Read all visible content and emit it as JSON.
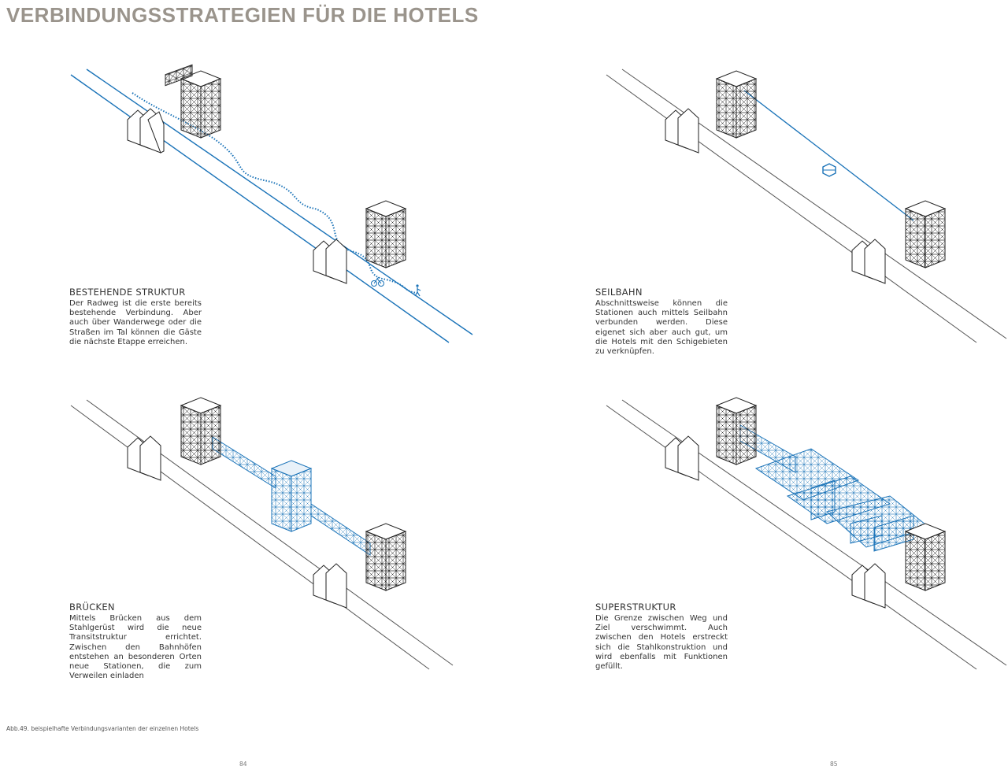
{
  "title": "VERBINDUNGSSTRATEGIEN FÜR DIE HOTELS",
  "panels": [
    {
      "heading": "BESTEHENDE STRUKTUR",
      "text": "Der Radweg ist die erste bereits bestehende Verbindung. Aber auch über Wanderwege oder die Straßen im Tal können die Gäste die nächste Etappe erreichen."
    },
    {
      "heading": "SEILBAHN",
      "text": "Abschnittsweise können die Stationen auch mittels Seilbahn verbunden werden. Diese eigenet sich aber auch gut, um die Hotels mit den Schigebieten zu verknüpfen."
    },
    {
      "heading": "BRÜCKEN",
      "text": "Mittels Brücken aus dem Stahlgerüst wird die neue Transitstruktur errichtet. Zwischen den Bahnhöfen entstehen an besonderen Orten neue Stationen, die zum Verweilen einladen"
    },
    {
      "heading": "SUPERSTRUKTUR",
      "text": "Die Grenze zwischen Weg und Ziel verschwimmt. Auch zwischen den Hotels erstreckt sich die Stahlkonstruktion und wird ebenfalls mit Funktionen gefüllt."
    }
  ],
  "caption": "Abb.49. beispielhafte Verbindungsvarianten der einzelnen Hotels",
  "page_left": "84",
  "page_right": "85",
  "colors": {
    "accent_blue": "#1a73b8",
    "title_gray": "#9a948c",
    "line_gray": "#555555"
  },
  "icons": [
    "cyclist-icon",
    "hiker-icon",
    "gondola-icon"
  ]
}
